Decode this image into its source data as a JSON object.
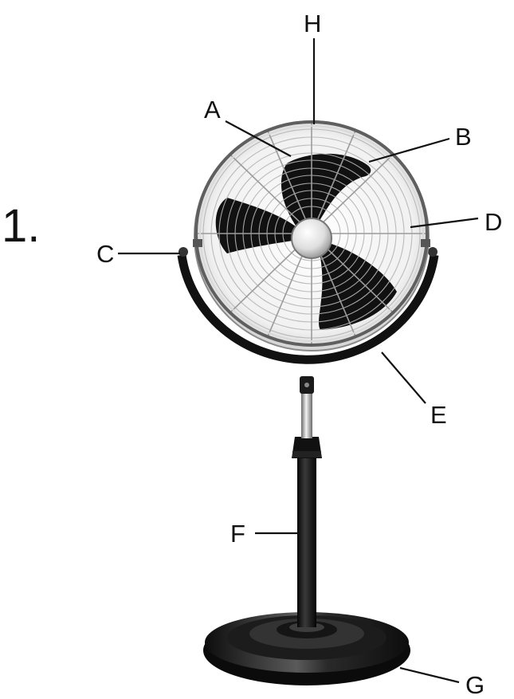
{
  "figure": {
    "step_number": "1.",
    "illustration": "pedestal-fan",
    "labels": {
      "A": "A",
      "B": "B",
      "C": "C",
      "D": "D",
      "E": "E",
      "F": "F",
      "G": "G",
      "H": "H"
    }
  },
  "colors": {
    "ink": "#111111",
    "body_black": "#141414",
    "metal": "#9a9a9a"
  }
}
